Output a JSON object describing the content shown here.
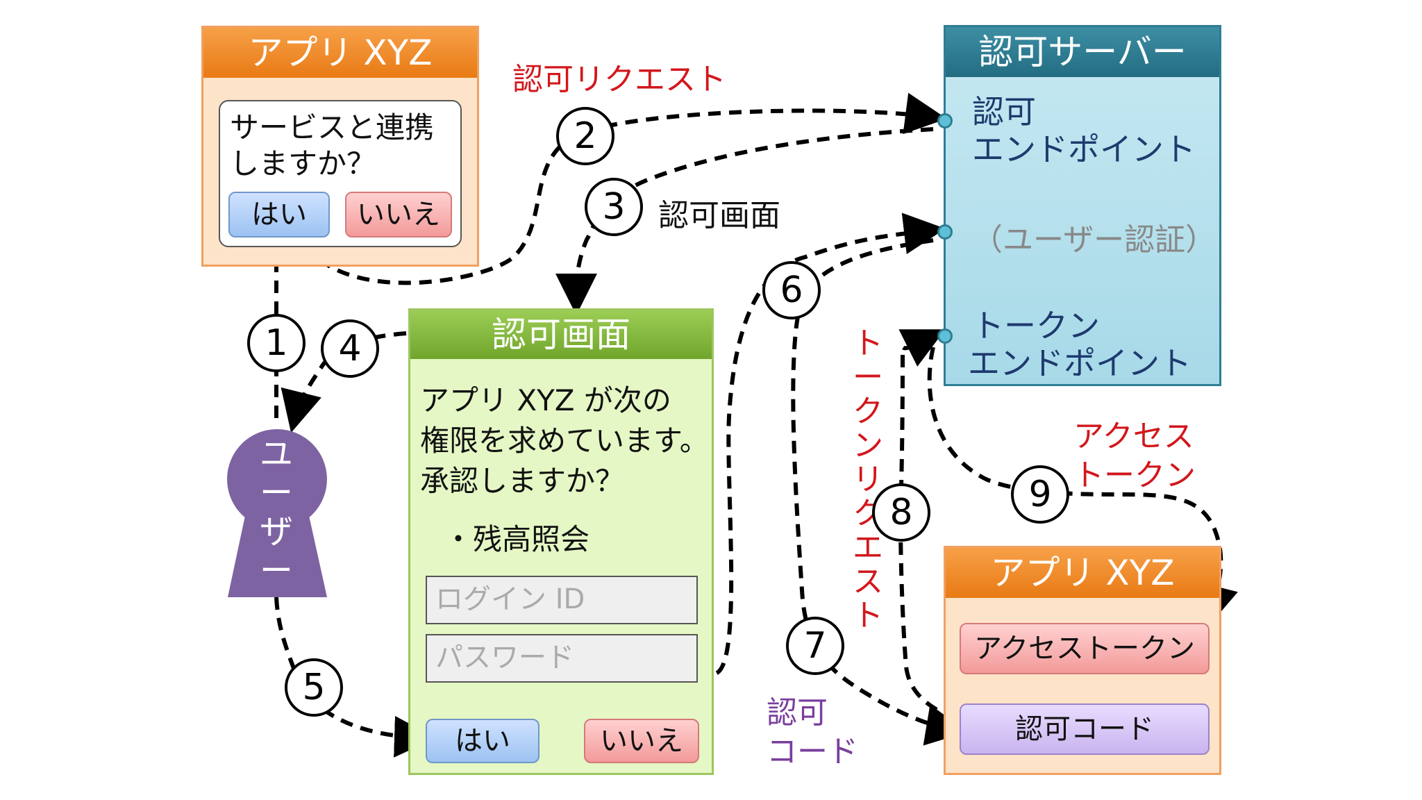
{
  "app_top": {
    "title": "アプリ XYZ",
    "message_line1": "サービスと連携",
    "message_line2": "しますか？",
    "yes": "はい",
    "no": "いいえ"
  },
  "auth_server": {
    "title": "認可サーバー",
    "authz_endpoint_line1": "認可",
    "authz_endpoint_line2": "エンドポイント",
    "user_auth": "（ユーザー認証）",
    "token_endpoint_line1": "トークン",
    "token_endpoint_line2": "エンドポイント"
  },
  "consent_screen": {
    "title": "認可画面",
    "line1": "アプリ XYZ が次の",
    "line2": "権限を求めています。",
    "line3": "承認しますか？",
    "scope_item": "・残高照会",
    "login_placeholder": "ログイン ID",
    "password_placeholder": "パスワード",
    "yes": "はい",
    "no": "いいえ"
  },
  "user": {
    "label_chars": [
      "ユ",
      "ー",
      "ザ",
      "ー"
    ]
  },
  "app_bottom": {
    "title": "アプリ XYZ",
    "access_token": "アクセストークン",
    "auth_code": "認可コード"
  },
  "labels": {
    "authz_request": "認可リクエスト",
    "consent_screen": "認可画面",
    "access_token_line1": "アクセス",
    "access_token_line2": "トークン",
    "token_request_chars": [
      "ト",
      "ー",
      "ク",
      "ン",
      "リ",
      "ク",
      "エ",
      "ス",
      "ト"
    ],
    "auth_code_line1": "認可",
    "auth_code_line2": "コード"
  },
  "steps": [
    "1",
    "2",
    "3",
    "4",
    "5",
    "6",
    "7",
    "8",
    "9"
  ],
  "colors": {
    "accent_red": "#d2171c",
    "accent_purple": "#7a3e9d",
    "server_teal": "#2f7d94",
    "app_orange": "#e87a14",
    "consent_green": "#70a52c",
    "user_purple": "#7e63a3"
  }
}
